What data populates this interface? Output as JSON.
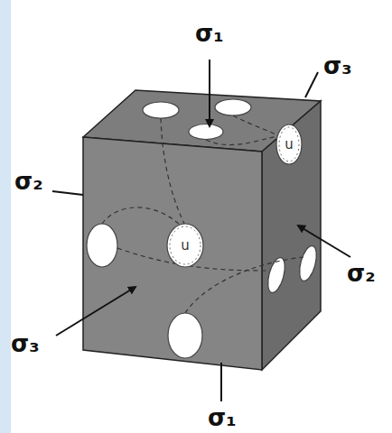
{
  "diagram": {
    "nodes": [
      {
        "text": [
          "u"
        ]
      },
      {
        "text": [
          "u"
        ]
      }
    ],
    "labels": [
      "σ₁",
      "σ₃",
      "σ₂",
      "σ₃",
      "σ₂",
      "σ₁"
    ]
  }
}
